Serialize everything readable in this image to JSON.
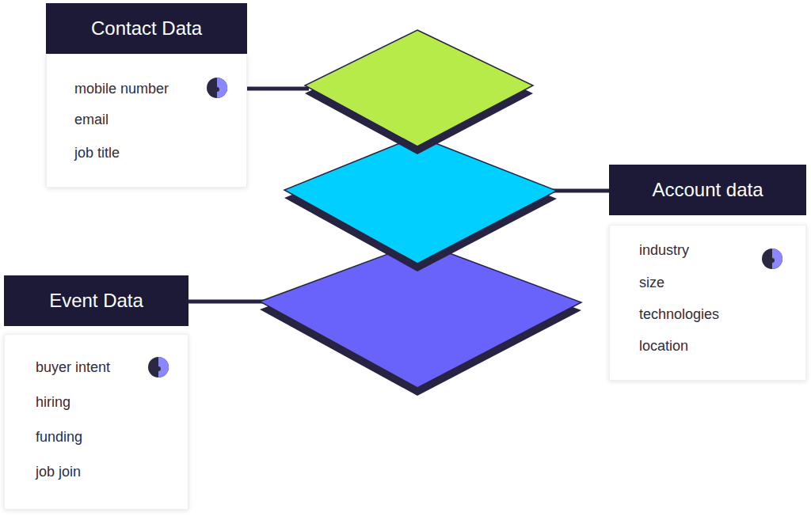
{
  "diagram": {
    "nodes": [
      {
        "text": [
          "Contact Data"
        ]
      },
      {
        "text": [
          "mobile number",
          "email",
          "job title"
        ]
      },
      {
        "text": [
          "Account data"
        ]
      },
      {
        "text": [
          "industry",
          "size",
          "technologies",
          "location"
        ]
      },
      {
        "text": [
          "Event Data"
        ]
      },
      {
        "text": [
          "buyer intent",
          "hiring",
          "funding",
          "job join"
        ]
      }
    ]
  }
}
